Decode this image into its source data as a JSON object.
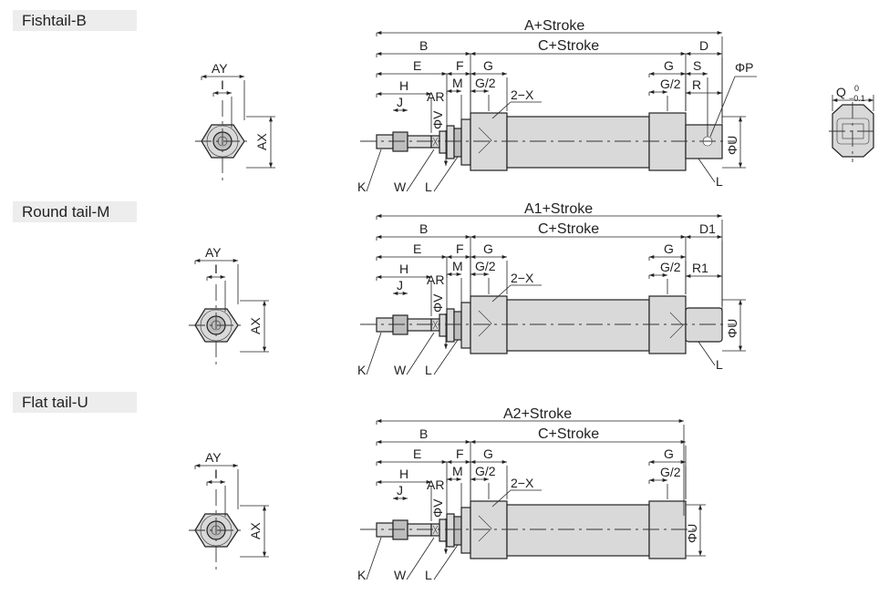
{
  "sections": [
    {
      "label": "Fishtail-B",
      "end_view": {
        "ay": "AY",
        "i": "I",
        "ax": "AX"
      },
      "dims": {
        "total": "A+Stroke",
        "b": "B",
        "c": "C+Stroke",
        "d": "D",
        "e": "E",
        "f": "F",
        "g": "G",
        "g_right": "G",
        "s": "S",
        "phi_p": "ΦP",
        "h": "H",
        "m": "M",
        "g2": "G/2",
        "g2_right": "G/2",
        "r": "R",
        "ar": "AR",
        "x2": "2−X",
        "j": "J",
        "phi_v": "ΦV",
        "phi_u": "ΦU",
        "k": "K",
        "w": "W",
        "l": "L",
        "l_right": "L"
      }
    },
    {
      "label": "Round tail-M",
      "end_view": {
        "ay": "AY",
        "i": "I",
        "ax": "AX"
      },
      "dims": {
        "total": "A1+Stroke",
        "b": "B",
        "c": "C+Stroke",
        "d": "D1",
        "e": "E",
        "f": "F",
        "g": "G",
        "g_right": "G",
        "h": "H",
        "m": "M",
        "g2": "G/2",
        "g2_right": "G/2",
        "r": "R1",
        "ar": "AR",
        "x2": "2−X",
        "j": "J",
        "phi_v": "ΦV",
        "phi_u": "ΦU",
        "k": "K",
        "w": "W",
        "l": "L",
        "l_right": "L"
      }
    },
    {
      "label": "Flat tail-U",
      "end_view": {
        "ay": "AY",
        "i": "I",
        "ax": "AX"
      },
      "dims": {
        "total": "A2+Stroke",
        "b": "B",
        "c": "C+Stroke",
        "e": "E",
        "f": "F",
        "g": "G",
        "g_right": "G",
        "h": "H",
        "m": "M",
        "g2": "G/2",
        "g2_right": "G/2",
        "ar": "AR",
        "x2": "2−X",
        "j": "J",
        "phi_v": "ΦV",
        "phi_u": "ΦU",
        "k": "K",
        "w": "W",
        "l": "L"
      }
    }
  ],
  "q_view": {
    "q": "Q",
    "tol_upper": "0",
    "tol_lower": "−0.1"
  }
}
